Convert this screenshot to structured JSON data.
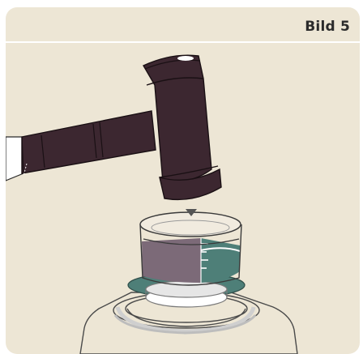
{
  "figure": {
    "caption": "Bild 5"
  },
  "colors": {
    "panel_bg": "#ede6d5",
    "hammer": "#3c2730",
    "hammer_outline": "#1a1014",
    "glass_outline": "#3a3a3a",
    "liquid_left": "#7c6a78",
    "liquid_right": "#4e7f78",
    "collar": "#4e7f78"
  },
  "icons": [
    "hammer-illustration",
    "measuring-cup-illustration",
    "bottle-illustration"
  ]
}
